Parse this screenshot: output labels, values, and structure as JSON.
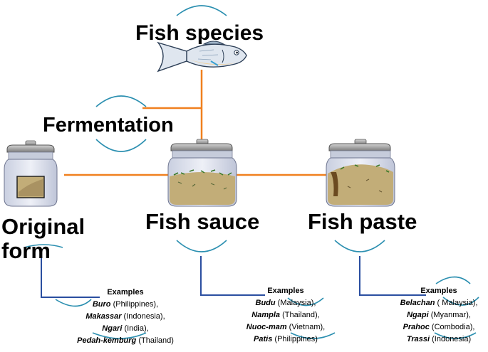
{
  "title": "Fish species",
  "process": "Fermentation",
  "forms": [
    {
      "label": "Original form",
      "label_line1": "Original",
      "label_line2": "form",
      "examples_heading": "Examples",
      "examples": [
        {
          "name": "Buro",
          "place": " (Philippines),"
        },
        {
          "name": "Makassar",
          "place": " (Indonesia),"
        },
        {
          "name": "Ngari",
          "place": " (India),"
        },
        {
          "name": "Pedah-kemburg",
          "place": " (Thailand)"
        }
      ]
    },
    {
      "label": "Fish sauce",
      "examples_heading": "Examples",
      "examples": [
        {
          "name": "Budu",
          "place": " (Malaysia),"
        },
        {
          "name": "Nampla",
          "place": " (Thailand),"
        },
        {
          "name": "Nuoc-mam",
          "place": " (Vietnam),"
        },
        {
          "name": "Patis",
          "place": " (Philippines)"
        }
      ]
    },
    {
      "label": "Fish paste",
      "examples_heading": "Examples",
      "examples": [
        {
          "name": "Belachan",
          "place": " ( Malaysia),"
        },
        {
          "name": "Ngapi",
          "place": " (Myanmar),"
        },
        {
          "name": "Prahoc",
          "place": " (Combodia),"
        },
        {
          "name": "Trassi",
          "place": " (Indonesia)"
        }
      ]
    }
  ],
  "colors": {
    "connector_orange": "#f0801e",
    "connector_blue": "#2a4ea0",
    "arc_teal": "#2b8fb0",
    "jar_glass": "#dfe3ef",
    "lid_gray": "#9a9a9a",
    "content_tan": "#c2ad78"
  }
}
